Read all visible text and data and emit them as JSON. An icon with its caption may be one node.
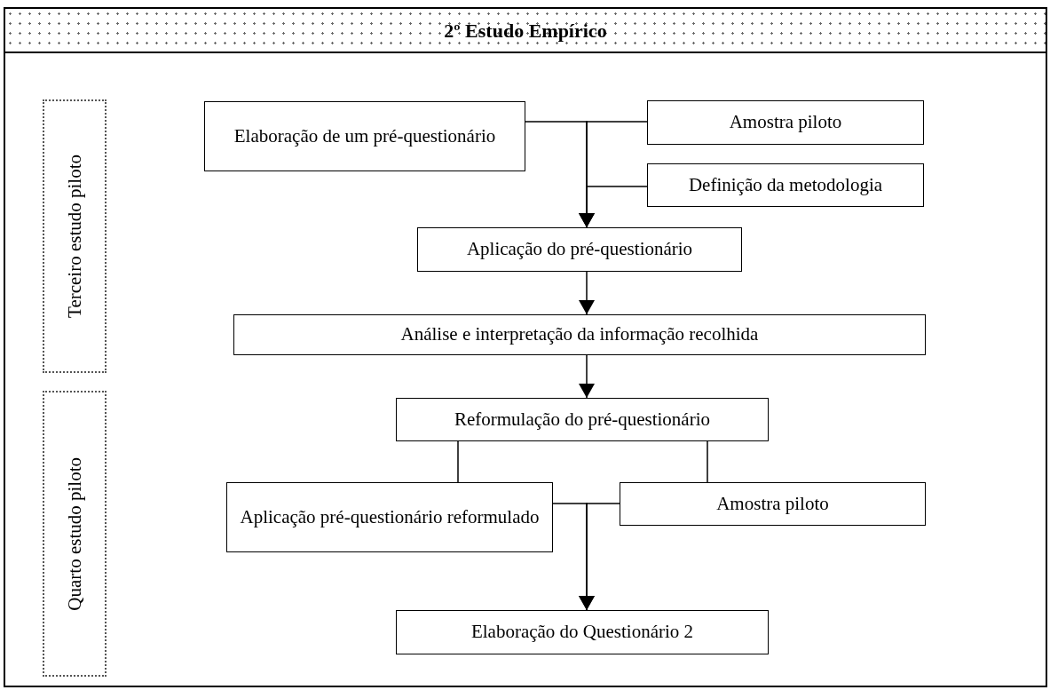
{
  "diagram": {
    "title": "2º Estudo Empírico",
    "nodes": [
      {
        "text": [
          "Terceiro estudo piloto"
        ]
      },
      {
        "text": [
          "Quarto estudo piloto"
        ]
      },
      {
        "text": [
          "Elaboração de um pré-questionário"
        ]
      },
      {
        "text": [
          "Amostra piloto"
        ]
      },
      {
        "text": [
          "Definição da metodologia"
        ]
      },
      {
        "text": [
          "Aplicação do pré-questionário"
        ]
      },
      {
        "text": [
          "Análise e interpretação da informação recolhida"
        ]
      },
      {
        "text": [
          "Reformulação do pré-questionário"
        ]
      },
      {
        "text": [
          "Aplicação  pré-questionário reformulado"
        ]
      },
      {
        "text": [
          "Amostra piloto"
        ]
      },
      {
        "text": [
          "Elaboração do Questionário 2"
        ]
      }
    ],
    "edges": [
      {
        "from": 2,
        "to": 5,
        "arrow": "to"
      },
      {
        "from": 3,
        "to": 5,
        "arrow": "to"
      },
      {
        "from": 4,
        "to": 5,
        "arrow": "to"
      },
      {
        "from": 5,
        "to": 6,
        "arrow": "to"
      },
      {
        "from": 6,
        "to": 7,
        "arrow": "to"
      },
      {
        "from": 7,
        "to": 8,
        "arrow": "none"
      },
      {
        "from": 7,
        "to": 9,
        "arrow": "none"
      },
      {
        "from": 8,
        "to": 10,
        "arrow": "to"
      },
      {
        "from": 9,
        "to": 10,
        "arrow": "to"
      }
    ]
  }
}
